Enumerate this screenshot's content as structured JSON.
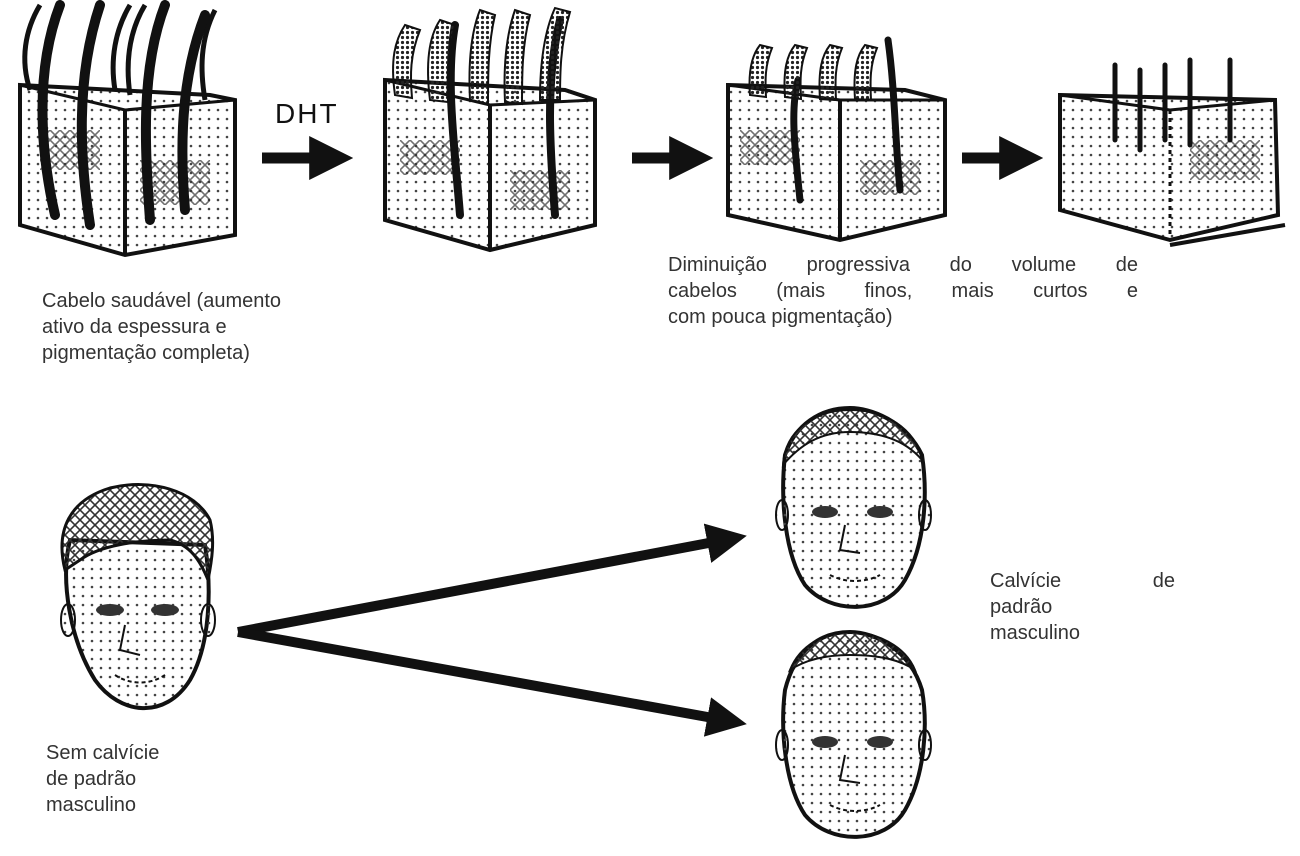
{
  "labels": {
    "dht": "DHT",
    "healthy_lines": [
      "Cabelo saudável (aumento",
      "ativo da espessura e",
      "pigmentação completa)"
    ],
    "diminution_lines": [
      "Diminuição progressiva do volume de",
      "cabelos (mais finos, mais curtos e",
      "com pouca pigmentação)"
    ],
    "balding_line1_a": "Calvície",
    "balding_line1_b": "de",
    "balding_lines_rest": [
      "padrão",
      "masculino"
    ],
    "not_balding_lines": [
      "Sem calvície",
      "de padrão",
      "masculino"
    ]
  },
  "colors": {
    "ink": "#111111",
    "text": "#333333",
    "dots": "#444444",
    "background": "#ffffff"
  }
}
